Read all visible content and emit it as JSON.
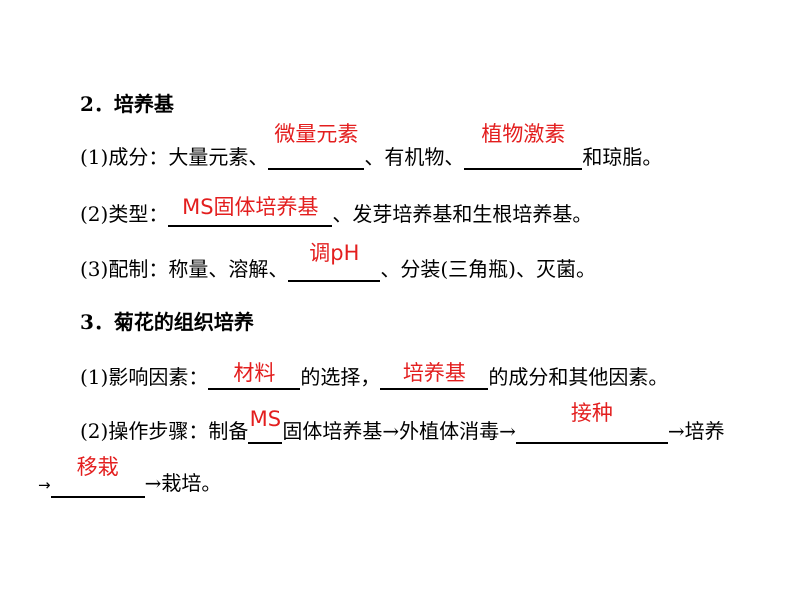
{
  "section2": {
    "title": "2．培养基",
    "line1": {
      "prefix": "(1)成分：大量元素、",
      "answer1": "微量元素",
      "mid": "、有机物、",
      "answer2": "植物激素",
      "suffix": "和琼脂。"
    },
    "line2": {
      "prefix": "(2)类型：",
      "answer": "MS固体培养基",
      "suffix": "、发芽培养基和生根培养基。"
    },
    "line3": {
      "prefix": "(3)配制：称量、溶解、",
      "answer": "调pH",
      "suffix": "、分装(三角瓶)、灭菌。"
    }
  },
  "section3": {
    "title": "3．菊花的组织培养",
    "line1": {
      "prefix": "(1)影响因素：",
      "answer1": "材料",
      "mid": "的选择，",
      "answer2": "培养基",
      "suffix": "的成分和其他因素。"
    },
    "line2": {
      "prefix": "(2)操作步骤：制备",
      "answer1": "MS",
      "mid": "固体培养基→外植体消毒→",
      "answer2": "接种",
      "suffix": "→培养"
    },
    "line3": {
      "prefix": "→",
      "answer": "移栽",
      "suffix": "→栽培。"
    }
  }
}
